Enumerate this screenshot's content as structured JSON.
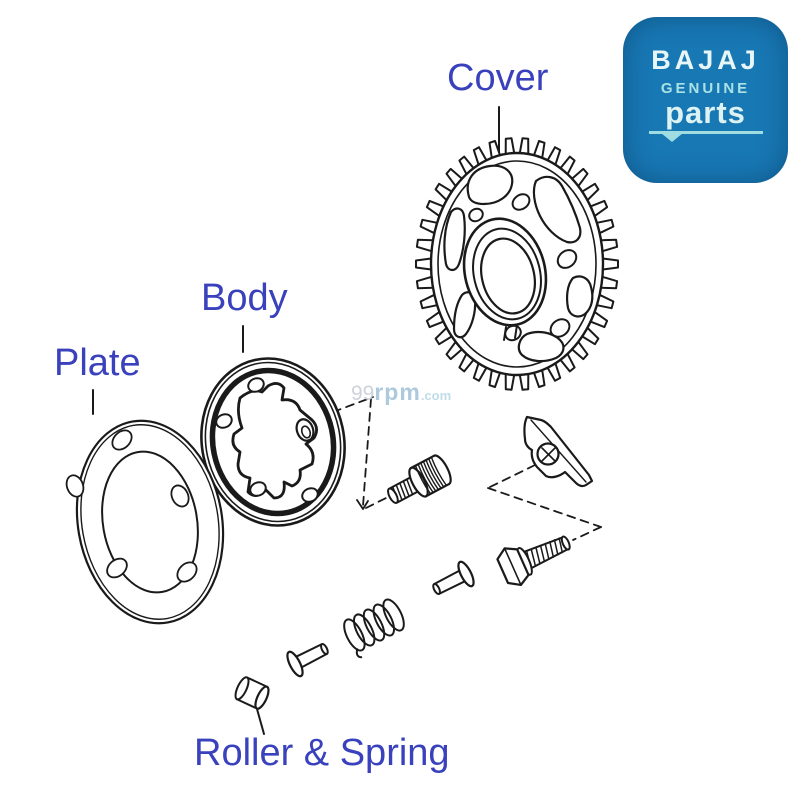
{
  "labels": {
    "cover": "Cover",
    "body": "Body",
    "plate": "Plate",
    "roller_spring": "Roller & Spring"
  },
  "logo": {
    "brand": "BAJAJ",
    "genuine": "GENUINE",
    "parts": "parts"
  },
  "watermark": {
    "part1": "99",
    "part2": "rpm",
    "part3": ".com"
  },
  "colors": {
    "label": "#3a41bd",
    "line_art": "#1a1a1a",
    "logo_bg": "#1878b4",
    "logo_brand_text": "#e9f6f8",
    "logo_genuine_text": "#a9e2e6",
    "logo_parts_text": "#ddf2f2",
    "logo_underline": "#9fdde2",
    "watermark_light": "#c3ccd4",
    "watermark_main": "#9fc0d8",
    "watermark_com": "#b6d6e8"
  }
}
